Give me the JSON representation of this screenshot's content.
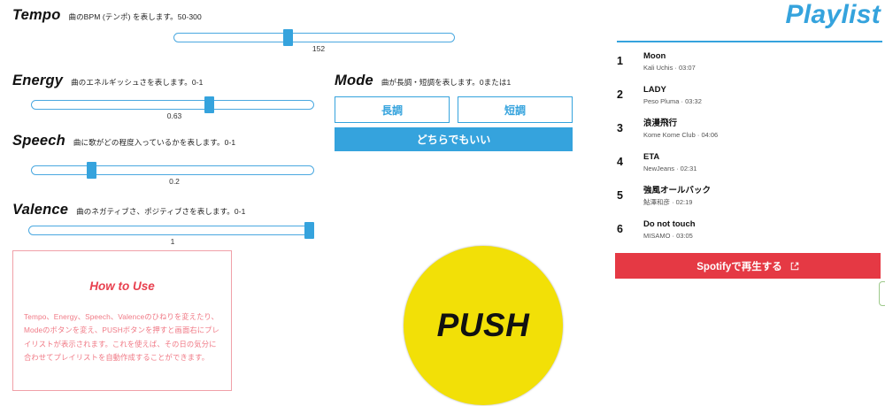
{
  "params": {
    "tempo": {
      "title": "Tempo",
      "description": "曲のBPM (テンポ) を表します。50-300",
      "value": "152"
    },
    "energy": {
      "title": "Energy",
      "description": "曲のエネルギッシュさを表します。0-1",
      "value": "0.63"
    },
    "speech": {
      "title": "Speech",
      "description": "曲に歌がどの程度入っているかを表します。0-1",
      "value": "0.2"
    },
    "valence": {
      "title": "Valence",
      "description": "曲のネガティブさ、ポジティブさを表します。0-1",
      "value": "1"
    }
  },
  "mode": {
    "title": "Mode",
    "description": "曲が長調・短調を表します。0または1",
    "major_label": "長調",
    "minor_label": "短調",
    "either_label": "どちらでもいい"
  },
  "howto": {
    "title": "How to Use",
    "body": "Tempo、Energy、Speech、Valenceのひねりを変えたり、Modeのボタンを変え、PUSHボタンを押すと画面右にプレイリストが表示されます。これを使えば、その日の気分に合わせてプレイリストを自動作成することができます。"
  },
  "push": {
    "label": "PUSH"
  },
  "playlist": {
    "title": "Playlist",
    "tracks": [
      {
        "num": "1",
        "name": "Moon",
        "meta": "Kali Uchis · 03:07"
      },
      {
        "num": "2",
        "name": "LADY",
        "meta": "Peso Pluma · 03:32"
      },
      {
        "num": "3",
        "name": "浪漫飛行",
        "meta": "Kome Kome Club · 04:06"
      },
      {
        "num": "4",
        "name": "ETA",
        "meta": "NewJeans · 02:31"
      },
      {
        "num": "5",
        "name": "強風オールバック",
        "meta": "鮎澤和彦 · 02:19"
      },
      {
        "num": "6",
        "name": "Do not touch",
        "meta": "MISAMO · 03:05"
      }
    ],
    "spotify_label": "Spotifyで再生する"
  },
  "colors": {
    "accent_blue": "#35a3dd",
    "red": "#e53944",
    "yellow": "#f2e007",
    "pink": "#f07a86",
    "green": "#9dc98a"
  }
}
